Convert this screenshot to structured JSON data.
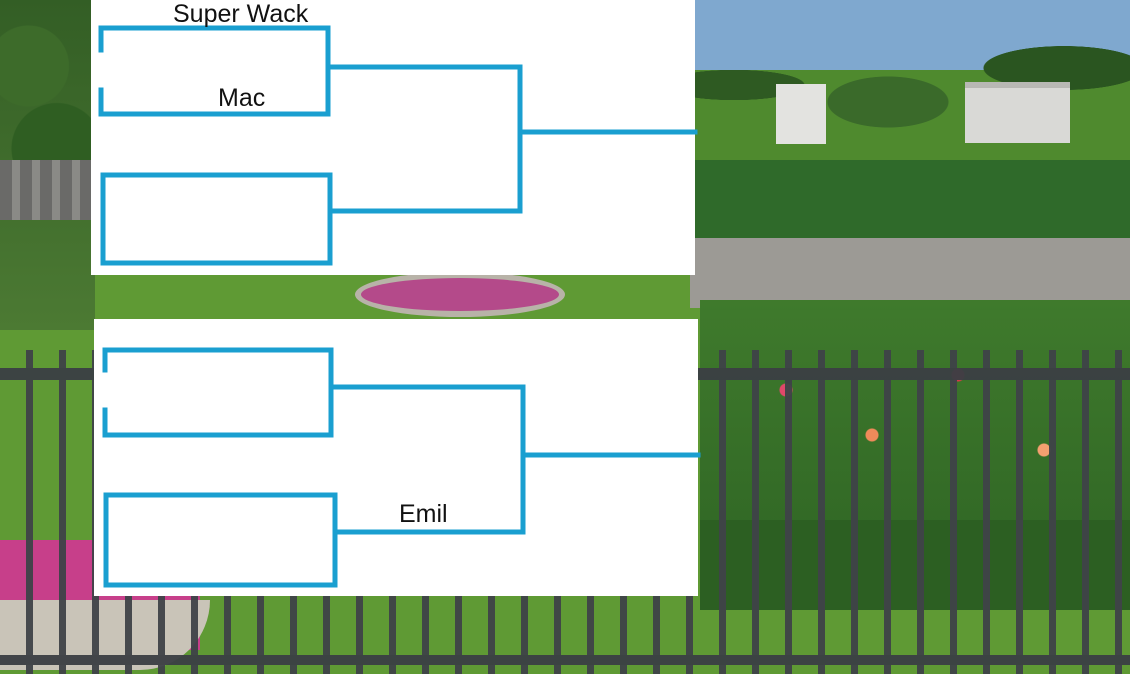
{
  "bracket": {
    "entrants": {
      "top_slot_1": "Super Wack",
      "top_slot_2": "Mac",
      "bottom_winner_2": "Emil"
    },
    "line_color": "#1a9fd0",
    "panel_color": "#ffffff"
  },
  "background": {
    "description_colors": {
      "lawn": "#5f9a34",
      "hedge": "#2f6a2a",
      "fence": "#3b3f44",
      "sky": "#7fa8cf"
    }
  }
}
